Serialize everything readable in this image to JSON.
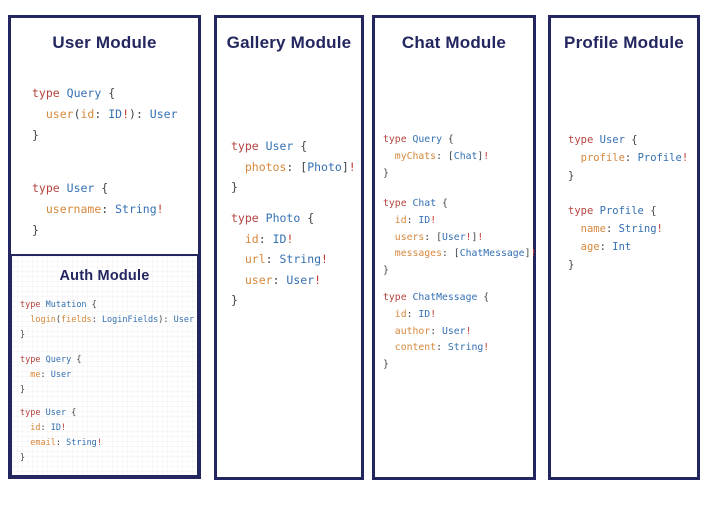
{
  "colors": {
    "border_navy": "#23265f",
    "title_navy": "#23265f",
    "syntax_keyword_red": "#b5443f",
    "syntax_type_blue": "#3470b2",
    "syntax_field_orange": "#d6883c",
    "syntax_punct_gray": "#41454a",
    "syntax_bang_red": "#c13b36",
    "background": "#ffffff"
  },
  "modules": [
    {
      "id": "user",
      "title": "User Module",
      "code_blocks": [
        [
          [
            [
              "k",
              "type"
            ],
            [
              "p",
              " "
            ],
            [
              "t",
              "Query"
            ],
            [
              "p",
              " {"
            ]
          ],
          [
            [
              "p",
              "  "
            ],
            [
              "f",
              "user"
            ],
            [
              "p",
              "("
            ],
            [
              "f",
              "id"
            ],
            [
              "p",
              ": "
            ],
            [
              "t",
              "ID"
            ],
            [
              "b",
              "!"
            ],
            [
              "p",
              "): "
            ],
            [
              "t",
              "User"
            ]
          ],
          [
            [
              "p",
              "}"
            ]
          ]
        ],
        [
          [
            [
              "k",
              "type"
            ],
            [
              "p",
              " "
            ],
            [
              "t",
              "User"
            ],
            [
              "p",
              " {"
            ]
          ],
          [
            [
              "p",
              "  "
            ],
            [
              "f",
              "username"
            ],
            [
              "p",
              ": "
            ],
            [
              "t",
              "String"
            ],
            [
              "b",
              "!"
            ]
          ],
          [
            [
              "p",
              "}"
            ]
          ]
        ]
      ],
      "submodule": {
        "id": "auth",
        "title": "Auth Module",
        "code_blocks": [
          [
            [
              [
                "k",
                "type"
              ],
              [
                "p",
                " "
              ],
              [
                "t",
                "Mutation"
              ],
              [
                "p",
                " {"
              ]
            ],
            [
              [
                "p",
                "  "
              ],
              [
                "f",
                "login"
              ],
              [
                "p",
                "("
              ],
              [
                "f",
                "fields"
              ],
              [
                "p",
                ": "
              ],
              [
                "t",
                "LoginFields"
              ],
              [
                "p",
                "): "
              ],
              [
                "t",
                "User"
              ]
            ],
            [
              [
                "p",
                "}"
              ]
            ]
          ],
          [
            [
              [
                "k",
                "type"
              ],
              [
                "p",
                " "
              ],
              [
                "t",
                "Query"
              ],
              [
                "p",
                " {"
              ]
            ],
            [
              [
                "p",
                "  "
              ],
              [
                "f",
                "me"
              ],
              [
                "p",
                ": "
              ],
              [
                "t",
                "User"
              ]
            ],
            [
              [
                "p",
                "}"
              ]
            ]
          ],
          [
            [
              [
                "k",
                "type"
              ],
              [
                "p",
                " "
              ],
              [
                "t",
                "User"
              ],
              [
                "p",
                " {"
              ]
            ],
            [
              [
                "p",
                "  "
              ],
              [
                "f",
                "id"
              ],
              [
                "p",
                ": "
              ],
              [
                "t",
                "ID"
              ],
              [
                "b",
                "!"
              ]
            ],
            [
              [
                "p",
                "  "
              ],
              [
                "f",
                "email"
              ],
              [
                "p",
                ": "
              ],
              [
                "t",
                "String"
              ],
              [
                "b",
                "!"
              ]
            ],
            [
              [
                "p",
                "}"
              ]
            ]
          ]
        ]
      }
    },
    {
      "id": "gallery",
      "title": "Gallery Module",
      "code_blocks": [
        [
          [
            [
              "k",
              "type"
            ],
            [
              "p",
              " "
            ],
            [
              "t",
              "User"
            ],
            [
              "p",
              " {"
            ]
          ],
          [
            [
              "p",
              "  "
            ],
            [
              "f",
              "photos"
            ],
            [
              "p",
              ": ["
            ],
            [
              "t",
              "Photo"
            ],
            [
              "p",
              "]"
            ],
            [
              "b",
              "!"
            ]
          ],
          [
            [
              "p",
              "}"
            ]
          ]
        ],
        [
          [
            [
              "k",
              "type"
            ],
            [
              "p",
              " "
            ],
            [
              "t",
              "Photo"
            ],
            [
              "p",
              " {"
            ]
          ],
          [
            [
              "p",
              "  "
            ],
            [
              "f",
              "id"
            ],
            [
              "p",
              ": "
            ],
            [
              "t",
              "ID"
            ],
            [
              "b",
              "!"
            ]
          ],
          [
            [
              "p",
              "  "
            ],
            [
              "f",
              "url"
            ],
            [
              "p",
              ": "
            ],
            [
              "t",
              "String"
            ],
            [
              "b",
              "!"
            ]
          ],
          [
            [
              "p",
              "  "
            ],
            [
              "f",
              "user"
            ],
            [
              "p",
              ": "
            ],
            [
              "t",
              "User"
            ],
            [
              "b",
              "!"
            ]
          ],
          [
            [
              "p",
              "}"
            ]
          ]
        ]
      ]
    },
    {
      "id": "chat",
      "title": "Chat Module",
      "code_blocks": [
        [
          [
            [
              "k",
              "type"
            ],
            [
              "p",
              " "
            ],
            [
              "t",
              "Query"
            ],
            [
              "p",
              " {"
            ]
          ],
          [
            [
              "p",
              "  "
            ],
            [
              "f",
              "myChats"
            ],
            [
              "p",
              ": ["
            ],
            [
              "t",
              "Chat"
            ],
            [
              "p",
              "]"
            ],
            [
              "b",
              "!"
            ]
          ],
          [
            [
              "p",
              "}"
            ]
          ]
        ],
        [
          [
            [
              "k",
              "type"
            ],
            [
              "p",
              " "
            ],
            [
              "t",
              "Chat"
            ],
            [
              "p",
              " {"
            ]
          ],
          [
            [
              "p",
              "  "
            ],
            [
              "f",
              "id"
            ],
            [
              "p",
              ": "
            ],
            [
              "t",
              "ID"
            ],
            [
              "b",
              "!"
            ]
          ],
          [
            [
              "p",
              "  "
            ],
            [
              "f",
              "users"
            ],
            [
              "p",
              ": ["
            ],
            [
              "t",
              "User"
            ],
            [
              "b",
              "!"
            ],
            [
              "p",
              "]"
            ],
            [
              "b",
              "!"
            ]
          ],
          [
            [
              "p",
              "  "
            ],
            [
              "f",
              "messages"
            ],
            [
              "p",
              ": ["
            ],
            [
              "t",
              "ChatMessage"
            ],
            [
              "p",
              "]"
            ],
            [
              "b",
              "!"
            ]
          ],
          [
            [
              "p",
              "}"
            ]
          ]
        ],
        [
          [
            [
              "k",
              "type"
            ],
            [
              "p",
              " "
            ],
            [
              "t",
              "ChatMessage"
            ],
            [
              "p",
              " {"
            ]
          ],
          [
            [
              "p",
              "  "
            ],
            [
              "f",
              "id"
            ],
            [
              "p",
              ": "
            ],
            [
              "t",
              "ID"
            ],
            [
              "b",
              "!"
            ]
          ],
          [
            [
              "p",
              "  "
            ],
            [
              "f",
              "author"
            ],
            [
              "p",
              ": "
            ],
            [
              "t",
              "User"
            ],
            [
              "b",
              "!"
            ]
          ],
          [
            [
              "p",
              "  "
            ],
            [
              "f",
              "content"
            ],
            [
              "p",
              ": "
            ],
            [
              "t",
              "String"
            ],
            [
              "b",
              "!"
            ]
          ],
          [
            [
              "p",
              "}"
            ]
          ]
        ]
      ]
    },
    {
      "id": "profile",
      "title": "Profile Module",
      "code_blocks": [
        [
          [
            [
              "k",
              "type"
            ],
            [
              "p",
              " "
            ],
            [
              "t",
              "User"
            ],
            [
              "p",
              " {"
            ]
          ],
          [
            [
              "p",
              "  "
            ],
            [
              "f",
              "profile"
            ],
            [
              "p",
              ": "
            ],
            [
              "t",
              "Profile"
            ],
            [
              "b",
              "!"
            ]
          ],
          [
            [
              "p",
              "}"
            ]
          ]
        ],
        [
          [
            [
              "k",
              "type"
            ],
            [
              "p",
              " "
            ],
            [
              "t",
              "Profile"
            ],
            [
              "p",
              " {"
            ]
          ],
          [
            [
              "p",
              "  "
            ],
            [
              "f",
              "name"
            ],
            [
              "p",
              ": "
            ],
            [
              "t",
              "String"
            ],
            [
              "b",
              "!"
            ]
          ],
          [
            [
              "p",
              "  "
            ],
            [
              "f",
              "age"
            ],
            [
              "p",
              ": "
            ],
            [
              "t",
              "Int"
            ]
          ],
          [
            [
              "p",
              "}"
            ]
          ]
        ]
      ]
    }
  ]
}
